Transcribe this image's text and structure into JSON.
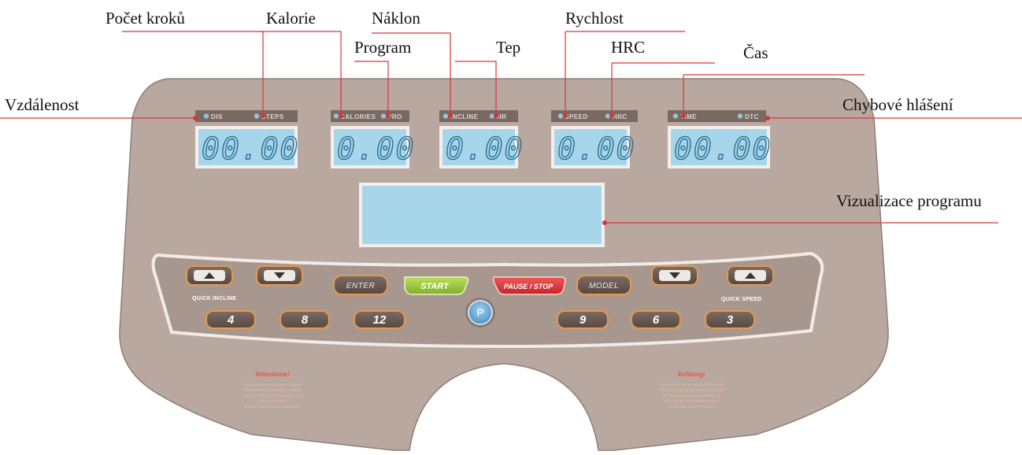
{
  "callouts": {
    "pocet_kroku": "Počet kroků",
    "kalorie": "Kalorie",
    "naklon": "Náklon",
    "program": "Program",
    "tep": "Tep",
    "rychlost": "Rychlost",
    "hrc": "HRC",
    "cas": "Čas",
    "vzdalenost": "Vzdálenost",
    "chybove_hlaseni": "Chybové hlášení",
    "vizualizace": "Vizualizace programu"
  },
  "indicators": {
    "dis": "DIS",
    "steps": "STEPS",
    "calories": "CALORIES",
    "pro": "PRO",
    "incline": "INCLINE",
    "hr": "HR",
    "speed": "SPEED",
    "hrc": "HRC",
    "time": "TIME",
    "dtc": "DTC"
  },
  "displays": {
    "d1": "00.00",
    "d2": "0.00",
    "d3": "0.00",
    "d4": "0.00",
    "d5": "00.00"
  },
  "keys": {
    "enter": "ENTER",
    "start": "START",
    "pause_stop": "PAUSE / STOP",
    "model": "MODEL",
    "p": "P",
    "n4": "4",
    "n8": "8",
    "n12": "12",
    "n9": "9",
    "n6": "6",
    "n3": "3",
    "quick_incline": "QUICK INCLINE",
    "quick_speed": "QUICK SPEED"
  },
  "warnings": {
    "left_title": "Attenzione!",
    "left_lines": [
      "Prima di azionare il tappeto leggere",
      "attentamente il manuale di istruzioni",
      "Avviare il tappeto posizionando i piedi",
      "sulle fasce laterali",
      "Tenere i bambini lontani dal tappeto"
    ],
    "right_title": "Achtung!",
    "right_lines": [
      "Vor Inbetriebnahme des Laufbandes die",
      "Gebrauchsanweisung aufmerksam lesen",
      "Vor dem Starten des Laufbandes die",
      "Füße auf die Seitenstreifen stellen",
      "Kinder vom Gerät fernhalten"
    ]
  },
  "colors": {
    "panel": "#b8a89f",
    "panel_edge": "#9c8c83",
    "display": "#a7d6ea",
    "callout_line": "#d9343b",
    "start": "#9ccc3c",
    "pause": "#e0343b",
    "key": "#6a5a53",
    "key_rim": "#e39a4f",
    "p_button": "#6fb0dc"
  }
}
